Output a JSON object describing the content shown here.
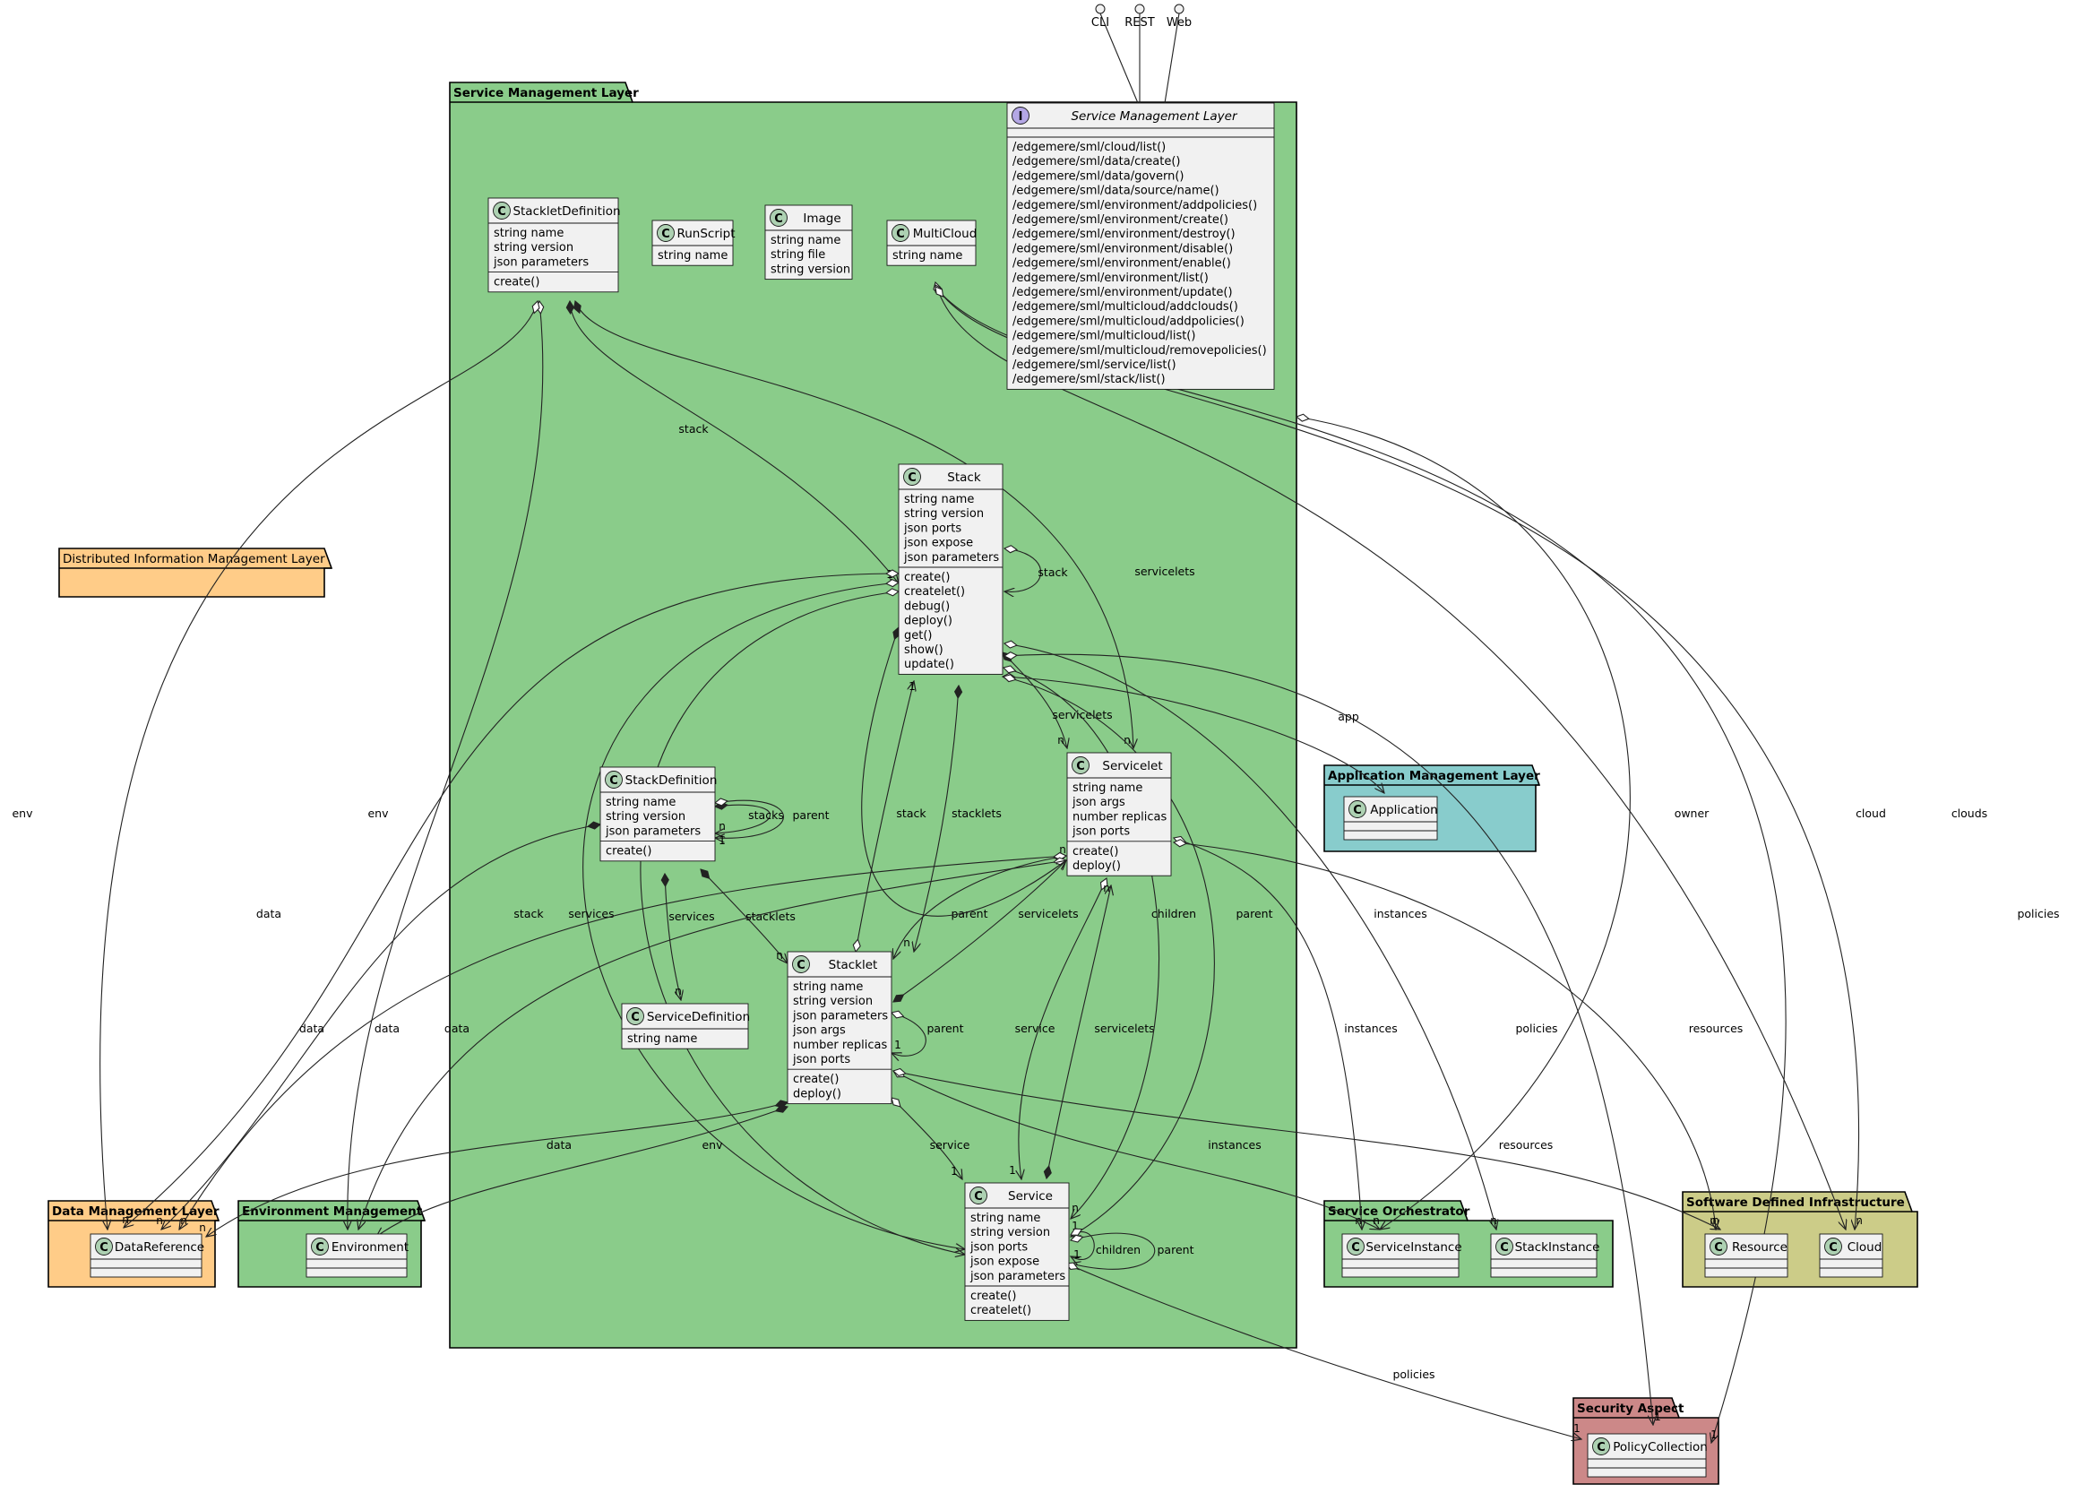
{
  "interfaces": [
    {
      "name": "CLI"
    },
    {
      "name": "REST"
    },
    {
      "name": "Web"
    }
  ],
  "packages": [
    {
      "id": "sml",
      "name": "Service Management Layer",
      "color": "#8acc8a"
    },
    {
      "id": "diml",
      "name": "Distributed Information Management Layer",
      "color": "#ffcc88"
    },
    {
      "id": "dml",
      "name": "Data Management Layer",
      "color": "#ffcc88"
    },
    {
      "id": "env",
      "name": "Environment Management",
      "color": "#8acc8a"
    },
    {
      "id": "aml",
      "name": "Application Management Layer",
      "color": "#88cccc"
    },
    {
      "id": "so",
      "name": "Service Orchestrator",
      "color": "#8acc8a"
    },
    {
      "id": "sdi",
      "name": "Software Defined Infrastructure",
      "color": "#cccc88"
    },
    {
      "id": "sec",
      "name": "Security Aspect",
      "color": "#cc8888"
    }
  ],
  "classes": [
    {
      "id": "smlI",
      "name": "Service Management Layer",
      "kind": "interface",
      "attributes": [],
      "methods": [
        "/edgemere/sml/cloud/list()",
        "/edgemere/sml/data/create()",
        "/edgemere/sml/data/govern()",
        "/edgemere/sml/data/source/name()",
        "/edgemere/sml/environment/addpolicies()",
        "/edgemere/sml/environment/create()",
        "/edgemere/sml/environment/destroy()",
        "/edgemere/sml/environment/disable()",
        "/edgemere/sml/environment/enable()",
        "/edgemere/sml/environment/list()",
        "/edgemere/sml/environment/update()",
        "/edgemere/sml/multicloud/addclouds()",
        "/edgemere/sml/multicloud/addpolicies()",
        "/edgemere/sml/multicloud/list()",
        "/edgemere/sml/multicloud/removepolicies()",
        "/edgemere/sml/service/list()",
        "/edgemere/sml/stack/list()"
      ]
    },
    {
      "id": "stackletDef",
      "name": "StackletDefinition",
      "kind": "class",
      "attributes": [
        "string name",
        "string version",
        "json parameters"
      ],
      "methods": [
        "create()"
      ]
    },
    {
      "id": "runScript",
      "name": "RunScript",
      "kind": "class",
      "attributes": [
        "string name"
      ],
      "methods": null
    },
    {
      "id": "image",
      "name": "Image",
      "kind": "class",
      "attributes": [
        "string name",
        "string file",
        "string version"
      ],
      "methods": null
    },
    {
      "id": "multiCloud",
      "name": "MultiCloud",
      "kind": "class",
      "attributes": [
        "string name"
      ],
      "methods": null
    },
    {
      "id": "stack",
      "name": "Stack",
      "kind": "class",
      "attributes": [
        "string name",
        "string version",
        "json ports",
        "json expose",
        "json parameters"
      ],
      "methods": [
        "create()",
        "createlet()",
        "debug()",
        "deploy()",
        "get()",
        "show()",
        "update()"
      ]
    },
    {
      "id": "stackDef",
      "name": "StackDefinition",
      "kind": "class",
      "attributes": [
        "string name",
        "string version",
        "json parameters"
      ],
      "methods": [
        "create()"
      ]
    },
    {
      "id": "servicelet",
      "name": "Servicelet",
      "kind": "class",
      "attributes": [
        "string name",
        "json args",
        "number replicas",
        "json ports"
      ],
      "methods": [
        "create()",
        "deploy()"
      ]
    },
    {
      "id": "stacklet",
      "name": "Stacklet",
      "kind": "class",
      "attributes": [
        "string name",
        "string version",
        "json parameters",
        "json args",
        "number replicas",
        "json ports"
      ],
      "methods": [
        "create()",
        "deploy()"
      ]
    },
    {
      "id": "serviceDef",
      "name": "ServiceDefinition",
      "kind": "class",
      "attributes": [
        "string name"
      ],
      "methods": null
    },
    {
      "id": "service",
      "name": "Service",
      "kind": "class",
      "attributes": [
        "string name",
        "string version",
        "json ports",
        "json expose",
        "json parameters"
      ],
      "methods": [
        "create()",
        "createlet()"
      ]
    },
    {
      "id": "dataRef",
      "name": "DataReference",
      "kind": "class",
      "attributes": [],
      "methods": []
    },
    {
      "id": "environment",
      "name": "Environment",
      "kind": "class",
      "attributes": [],
      "methods": []
    },
    {
      "id": "application",
      "name": "Application",
      "kind": "class",
      "attributes": [],
      "methods": []
    },
    {
      "id": "serviceInst",
      "name": "ServiceInstance",
      "kind": "class",
      "attributes": [],
      "methods": []
    },
    {
      "id": "stackInst",
      "name": "StackInstance",
      "kind": "class",
      "attributes": [],
      "methods": []
    },
    {
      "id": "resource",
      "name": "Resource",
      "kind": "class",
      "attributes": [],
      "methods": []
    },
    {
      "id": "cloud",
      "name": "Cloud",
      "kind": "class",
      "attributes": [],
      "methods": []
    },
    {
      "id": "policyColl",
      "name": "PolicyCollection",
      "kind": "class",
      "attributes": [],
      "methods": []
    }
  ],
  "relations": [
    {
      "label": "stack",
      "mult": "1",
      "type": "composition"
    },
    {
      "label": "servicelets",
      "mult": "n",
      "type": "composition"
    },
    {
      "label": "stack",
      "mult": "",
      "type": "aggregation-self"
    },
    {
      "label": "servicelets",
      "mult": "n",
      "type": "composition"
    },
    {
      "label": "app",
      "mult": "",
      "type": "aggregation"
    },
    {
      "label": "stacks",
      "mult": "n",
      "type": "composition-self"
    },
    {
      "label": "parent",
      "mult": "1",
      "type": "aggregation-self"
    },
    {
      "label": "services",
      "mult": "n",
      "type": "composition"
    },
    {
      "label": "stacklets",
      "mult": "n",
      "type": "composition"
    },
    {
      "label": "stack",
      "mult": "1",
      "type": "aggregation"
    },
    {
      "label": "stacklets",
      "mult": "n",
      "type": "composition"
    },
    {
      "label": "parent",
      "mult": "",
      "type": "aggregation"
    },
    {
      "label": "servicelets",
      "mult": "n",
      "type": "composition"
    },
    {
      "label": "parent",
      "mult": "1",
      "type": "aggregation-self"
    },
    {
      "label": "service",
      "mult": "1",
      "type": "aggregation"
    },
    {
      "label": "service",
      "mult": "1",
      "type": "aggregation"
    },
    {
      "label": "servicelets",
      "mult": "n",
      "type": "composition"
    },
    {
      "label": "children",
      "mult": "n",
      "type": "aggregation"
    },
    {
      "label": "parent",
      "mult": "1",
      "type": "aggregation"
    },
    {
      "label": "children",
      "mult": "",
      "type": "aggregation-self"
    },
    {
      "label": "parent",
      "mult": "1",
      "type": "aggregation-self"
    },
    {
      "label": "stack",
      "mult": "",
      "type": "aggregation"
    },
    {
      "label": "services",
      "mult": "",
      "type": "aggregation"
    },
    {
      "label": "data",
      "mult": "n",
      "type": "aggregation"
    },
    {
      "label": "env",
      "mult": "",
      "type": "aggregation"
    },
    {
      "label": "data",
      "mult": "n",
      "type": "composition"
    },
    {
      "label": "data",
      "mult": "n",
      "type": "aggregation"
    },
    {
      "label": "data",
      "mult": "n",
      "type": "aggregation"
    },
    {
      "label": "env",
      "mult": "",
      "type": "aggregation"
    },
    {
      "label": "data",
      "mult": "n",
      "type": "composition"
    },
    {
      "label": "env",
      "mult": "",
      "type": "composition"
    },
    {
      "label": "instances",
      "mult": "n",
      "type": "aggregation"
    },
    {
      "label": "instances",
      "mult": "n",
      "type": "aggregation"
    },
    {
      "label": "instances",
      "mult": "n",
      "type": "aggregation"
    },
    {
      "label": "owner",
      "mult": "",
      "type": "aggregation"
    },
    {
      "label": "policies",
      "mult": "1",
      "type": "aggregation"
    },
    {
      "label": "resources",
      "mult": "n",
      "type": "aggregation"
    },
    {
      "label": "resources",
      "mult": "n",
      "type": "aggregation"
    },
    {
      "label": "cloud",
      "mult": "",
      "type": "aggregation"
    },
    {
      "label": "clouds",
      "mult": "n",
      "type": "aggregation"
    },
    {
      "label": "policies",
      "mult": "1",
      "type": "aggregation"
    },
    {
      "label": "policies",
      "mult": "1",
      "type": "aggregation"
    },
    {
      "label": "servicelets",
      "mult": "n",
      "type": "composition"
    }
  ]
}
